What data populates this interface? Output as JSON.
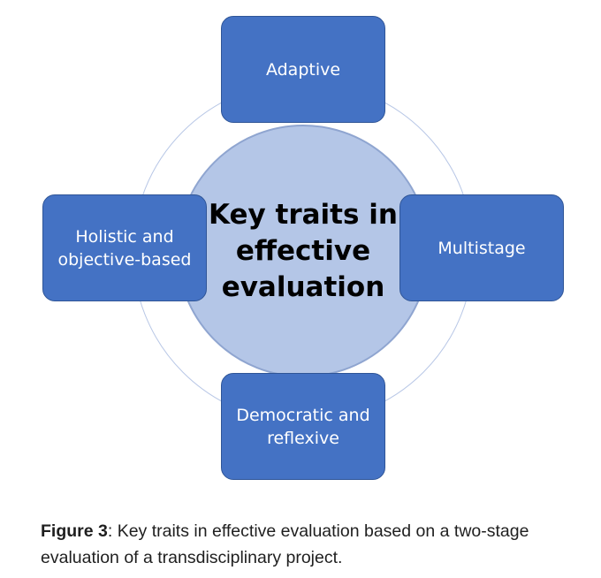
{
  "diagram": {
    "center_title": "Key traits in effective evaluation",
    "traits": {
      "top": "Adaptive",
      "left": "Holistic and objective-based",
      "right": "Multistage",
      "bottom": "Democratic and reflexive"
    },
    "colors": {
      "box_fill": "#4472c4",
      "box_border": "#2f5597",
      "center_fill": "#b4c6e7",
      "ring": "#b8c7e6"
    }
  },
  "caption": {
    "label": "Figure 3",
    "text": ": Key traits in effective evaluation based on a two-stage evaluation of a transdisciplinary project."
  }
}
